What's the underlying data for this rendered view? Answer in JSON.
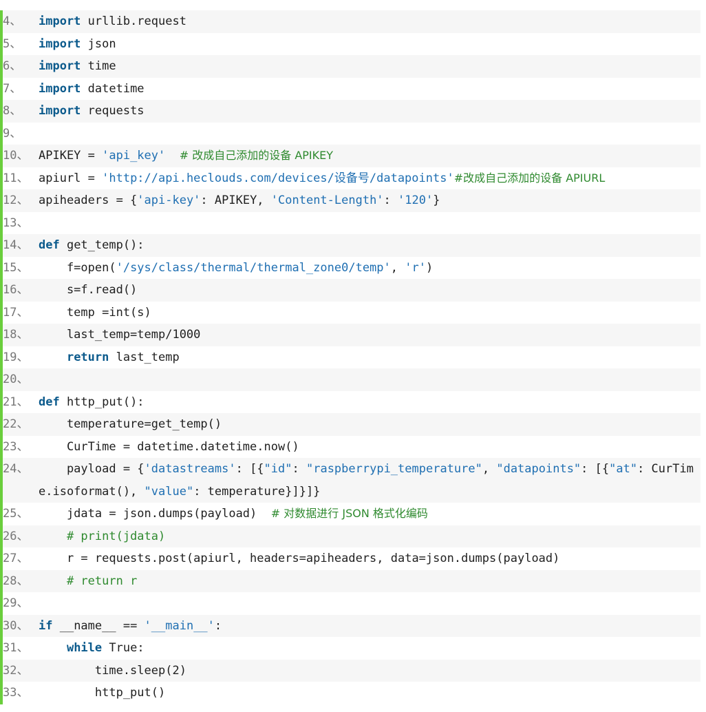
{
  "colors": {
    "accent_bar": "#6ace3c",
    "keyword": "#0b5a8c",
    "string": "#1f6fb2",
    "comment": "#2f8a2f"
  },
  "lines": [
    {
      "num": "4、",
      "tokens": [
        [
          "kw",
          "import"
        ],
        [
          "plain",
          " urllib.request"
        ]
      ]
    },
    {
      "num": "5、",
      "tokens": [
        [
          "kw",
          "import"
        ],
        [
          "plain",
          " json"
        ]
      ]
    },
    {
      "num": "6、",
      "tokens": [
        [
          "kw",
          "import"
        ],
        [
          "plain",
          " time"
        ]
      ]
    },
    {
      "num": "7、",
      "tokens": [
        [
          "kw",
          "import"
        ],
        [
          "plain",
          " datetime"
        ]
      ]
    },
    {
      "num": "8、",
      "tokens": [
        [
          "kw",
          "import"
        ],
        [
          "plain",
          " requests"
        ]
      ]
    },
    {
      "num": "9、",
      "tokens": []
    },
    {
      "num": "10、",
      "tokens": [
        [
          "plain",
          "APIKEY = "
        ],
        [
          "str",
          "'api_key'"
        ],
        [
          "plain",
          "  "
        ],
        [
          "cm",
          "# 改成自己添加的设备 APIKEY"
        ]
      ]
    },
    {
      "num": "11、",
      "tokens": [
        [
          "plain",
          "apiurl = "
        ],
        [
          "str",
          "'http://api.heclouds.com/devices/设备号/datapoints'"
        ],
        [
          "cm",
          "#改成自己添加的设备 APIURL"
        ]
      ]
    },
    {
      "num": "12、",
      "tokens": [
        [
          "plain",
          "apiheaders = {"
        ],
        [
          "str",
          "'api-key'"
        ],
        [
          "plain",
          ": APIKEY, "
        ],
        [
          "str",
          "'Content-Length'"
        ],
        [
          "plain",
          ": "
        ],
        [
          "str",
          "'120'"
        ],
        [
          "plain",
          "}"
        ]
      ]
    },
    {
      "num": "13、",
      "tokens": []
    },
    {
      "num": "14、",
      "tokens": [
        [
          "kw",
          "def"
        ],
        [
          "plain",
          " get_temp():"
        ]
      ]
    },
    {
      "num": "15、",
      "tokens": [
        [
          "plain",
          "    f=open("
        ],
        [
          "str",
          "'/sys/class/thermal/thermal_zone0/temp'"
        ],
        [
          "plain",
          ", "
        ],
        [
          "str",
          "'r'"
        ],
        [
          "plain",
          ")"
        ]
      ]
    },
    {
      "num": "16、",
      "tokens": [
        [
          "plain",
          "    s=f.read()"
        ]
      ]
    },
    {
      "num": "17、",
      "tokens": [
        [
          "plain",
          "    temp =int(s)"
        ]
      ]
    },
    {
      "num": "18、",
      "tokens": [
        [
          "plain",
          "    last_temp=temp/1000"
        ]
      ]
    },
    {
      "num": "19、",
      "tokens": [
        [
          "plain",
          "    "
        ],
        [
          "kw",
          "return"
        ],
        [
          "plain",
          " last_temp"
        ]
      ]
    },
    {
      "num": "20、",
      "tokens": []
    },
    {
      "num": "21、",
      "tokens": [
        [
          "kw",
          "def"
        ],
        [
          "plain",
          " http_put():"
        ]
      ]
    },
    {
      "num": "22、",
      "tokens": [
        [
          "plain",
          "    temperature=get_temp()"
        ]
      ]
    },
    {
      "num": "23、",
      "tokens": [
        [
          "plain",
          "    CurTime = datetime.datetime.now()"
        ]
      ]
    },
    {
      "num": "24、",
      "tokens": [
        [
          "plain",
          "    payload = {"
        ],
        [
          "str",
          "'datastreams'"
        ],
        [
          "plain",
          ": [{"
        ],
        [
          "str",
          "\"id\""
        ],
        [
          "plain",
          ": "
        ],
        [
          "str",
          "\"raspberrypi_temperature\""
        ],
        [
          "plain",
          ", "
        ],
        [
          "str",
          "\"datapoints\""
        ],
        [
          "plain",
          ": [{"
        ],
        [
          "str",
          "\"at\""
        ],
        [
          "plain",
          ": CurTim"
        ]
      ]
    },
    {
      "num": "",
      "cont": true,
      "tokens": [
        [
          "plain",
          "e.isoformat(), "
        ],
        [
          "str",
          "\"value\""
        ],
        [
          "plain",
          ": temperature}]}]}"
        ]
      ]
    },
    {
      "num": "25、",
      "tokens": [
        [
          "plain",
          "    jdata = json.dumps(payload)  "
        ],
        [
          "cm",
          "# 对数据进行 JSON 格式化编码"
        ]
      ]
    },
    {
      "num": "26、",
      "tokens": [
        [
          "plain",
          "    "
        ],
        [
          "cm",
          "# print(jdata)"
        ]
      ]
    },
    {
      "num": "27、",
      "tokens": [
        [
          "plain",
          "    r = requests.post(apiurl, headers=apiheaders, data=json.dumps(payload)"
        ]
      ]
    },
    {
      "num": "28、",
      "tokens": [
        [
          "plain",
          "    "
        ],
        [
          "cm",
          "# return r"
        ]
      ]
    },
    {
      "num": "29、",
      "tokens": []
    },
    {
      "num": "30、",
      "tokens": [
        [
          "kw",
          "if"
        ],
        [
          "plain",
          " __name__ == "
        ],
        [
          "str",
          "'__main__'"
        ],
        [
          "plain",
          ":"
        ]
      ]
    },
    {
      "num": "31、",
      "tokens": [
        [
          "plain",
          "    "
        ],
        [
          "kw",
          "while"
        ],
        [
          "plain",
          " True:"
        ]
      ]
    },
    {
      "num": "32、",
      "tokens": [
        [
          "plain",
          "        time.sleep(2)"
        ]
      ]
    },
    {
      "num": "33、",
      "tokens": [
        [
          "plain",
          "        http_put()"
        ]
      ]
    }
  ]
}
